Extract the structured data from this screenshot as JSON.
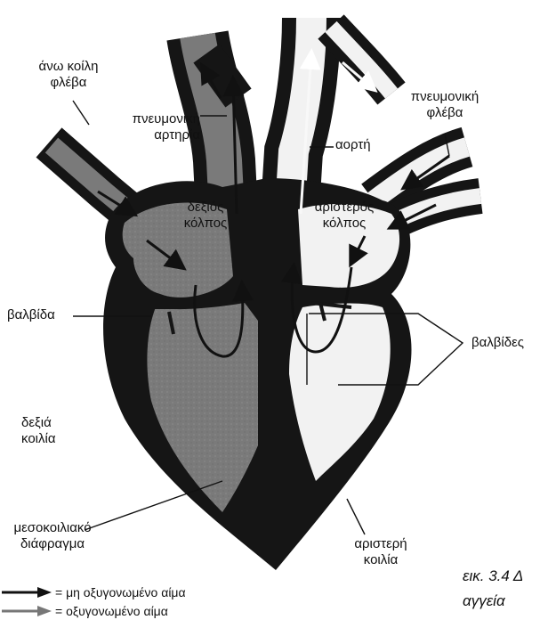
{
  "labels": {
    "ano_koili_fleva_1": "άνω κοίλη",
    "ano_koili_fleva_2": "φλέβα",
    "pneumoniki_artiria_1": "πνευμονική",
    "pneumoniki_artiria_2": "αρτηρία",
    "aorti": "αορτή",
    "pneumoniki_fleva_1": "πνευμονική",
    "pneumoniki_fleva_2": "φλέβα",
    "dexios_kolpos_1": "δεξιός",
    "dexios_kolpos_2": "κόλπος",
    "aristeros_kolpos_1": "αριστερός",
    "aristeros_kolpos_2": "κόλπος",
    "valvida": "βαλβίδα",
    "valvides": "βαλβίδες",
    "dexia_koilia_1": "δεξιά",
    "dexia_koilia_2": "κοιλία",
    "mesokoiliako_1": "μεσοκοιλιακό",
    "mesokoiliako_2": "διάφραγμα",
    "aristeri_koilia_1": "αριστερή",
    "aristeri_koilia_2": "κοιλία"
  },
  "legend": [
    {
      "text": "= μη οξυγονωμένο αίμα",
      "arrow_color": "#111111"
    },
    {
      "text": "= οξυγονωμένο αίμα",
      "arrow_color": "#777777"
    }
  ],
  "caption": {
    "line1": "εικ. 3.4 Δ",
    "line2": "αγγεία"
  },
  "colors": {
    "muscle": "#151515",
    "deoxygenated_chamber": "#7a7a7a",
    "oxygenated_chamber": "#f2f2f2"
  }
}
